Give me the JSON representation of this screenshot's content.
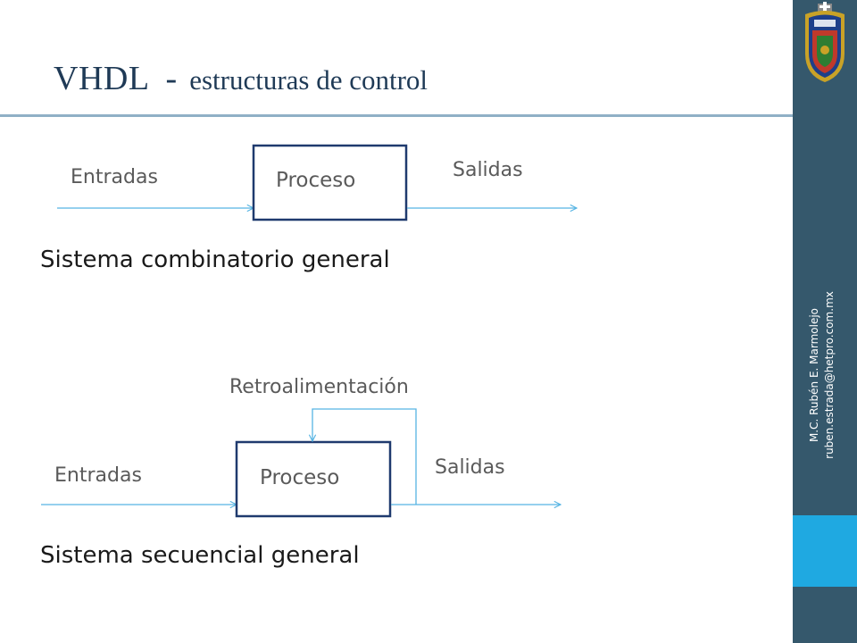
{
  "slide": {
    "title_main": "VHDL",
    "title_dash": "-",
    "title_sub": "estructuras de control"
  },
  "sidebar": {
    "credit_line1": "M.C. Rubén E. Marmolejo",
    "credit_line2": "ruben.estrada@hetpro.com.mx",
    "logo_icon": "university-crest-icon"
  },
  "combinational": {
    "inputs_label": "Entradas",
    "process_label": "Proceso",
    "outputs_label": "Salidas",
    "caption": "Sistema combinatorio general"
  },
  "sequential": {
    "feedback_label": "Retroalimentación",
    "inputs_label": "Entradas",
    "process_label": "Proceso",
    "outputs_label": "Salidas",
    "caption": "Sistema secuencial general"
  },
  "colors": {
    "sidebar": "#35586c",
    "sidebar_accent": "#1fa9e1",
    "title": "#1f3a56",
    "box_border": "#1f3a6e",
    "arrows": "#56b4e3"
  }
}
